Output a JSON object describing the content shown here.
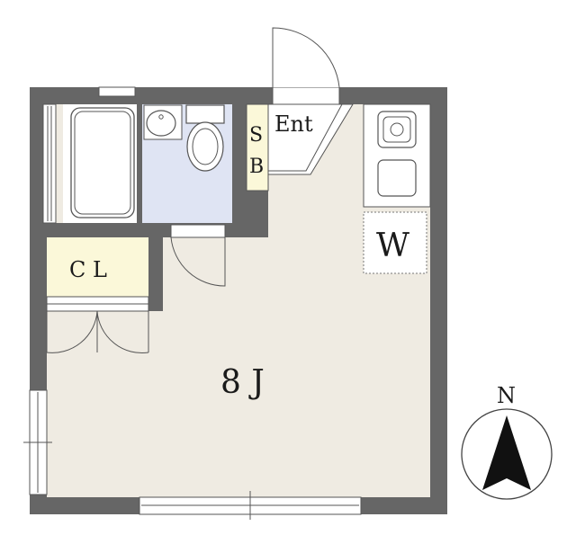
{
  "rooms": {
    "entrance": "Ent",
    "shoe_box_top": "S",
    "shoe_box_bottom": "B",
    "closet": "C L",
    "washer": "W",
    "main_room": "8 J"
  },
  "compass": {
    "north_label": "N"
  },
  "colors": {
    "wall": "#666666",
    "floor": "#efebe2",
    "bath": "#dfe4f3",
    "storage": "#fbf8d9",
    "line": "#555555"
  }
}
